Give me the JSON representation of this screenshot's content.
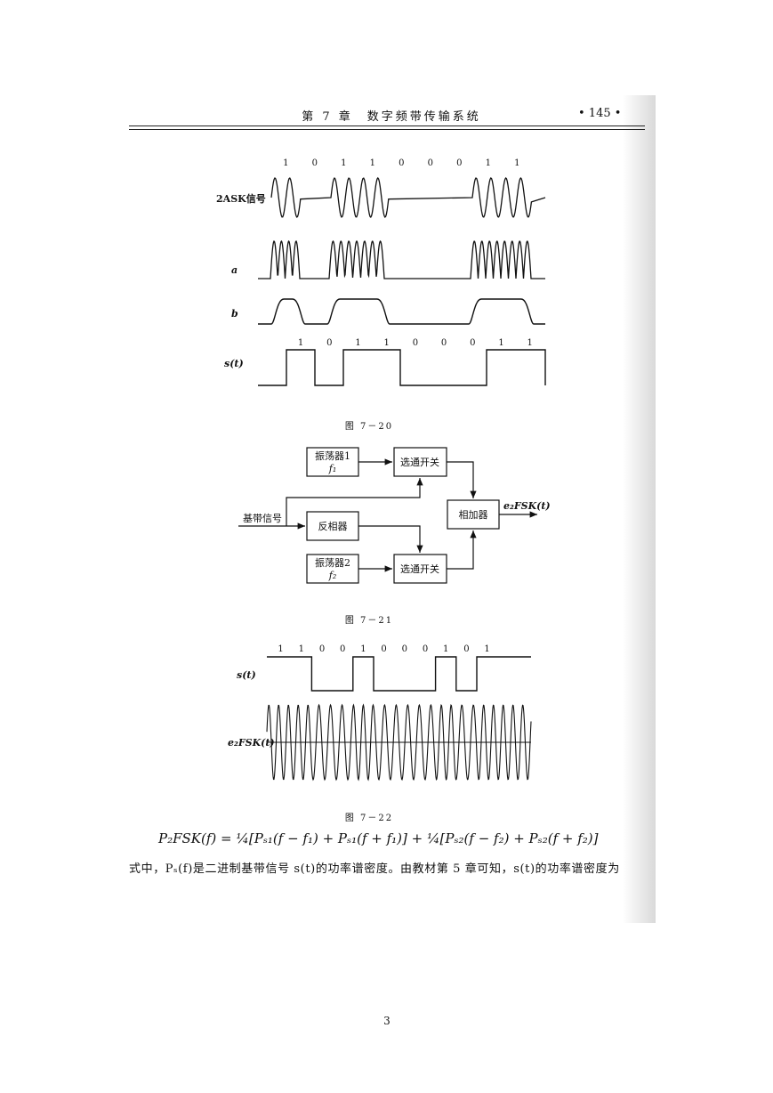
{
  "header": {
    "title": "第 7 章　数字频带传输系统",
    "page_number": "• 145 •"
  },
  "fig20": {
    "caption": "图 7－20",
    "bits_top": [
      "1",
      "0",
      "1",
      "1",
      "0",
      "0",
      "0",
      "1",
      "1"
    ],
    "bits_bottom": [
      "1",
      "0",
      "1",
      "1",
      "0",
      "0",
      "0",
      "1",
      "1"
    ],
    "label_2ask": "2ASK信号",
    "label_a": "a",
    "label_b": "b",
    "label_s": "s(t)"
  },
  "fig21": {
    "caption": "图 7－21",
    "osc1": "振荡器1",
    "osc1_freq": "f₁",
    "osc2": "振荡器2",
    "osc2_freq": "f₂",
    "switch1": "选通开关",
    "switch2": "选通开关",
    "inverter": "反相器",
    "adder": "相加器",
    "input_label": "基带信号",
    "output_label": "e₂FSK(t)"
  },
  "fig22": {
    "caption": "图 7－22",
    "bits": [
      "1",
      "1",
      "0",
      "0",
      "1",
      "0",
      "0",
      "0",
      "1",
      "0",
      "1"
    ],
    "label_s": "s(t)",
    "label_e": "e₂FSK(t)"
  },
  "formula": "P₂FSK(f) = ¼[Pₛ₁(f − f₁) + Pₛ₁(f + f₁)] + ¼[Pₛ₂(f − f₂) + Pₛ₂(f + f₂)]",
  "paragraph": "式中，Pₛ(f)是二进制基带信号 s(t)的功率谱密度。由教材第 5 章可知，s(t)的功率谱密度为",
  "footer": {
    "page": "3"
  }
}
